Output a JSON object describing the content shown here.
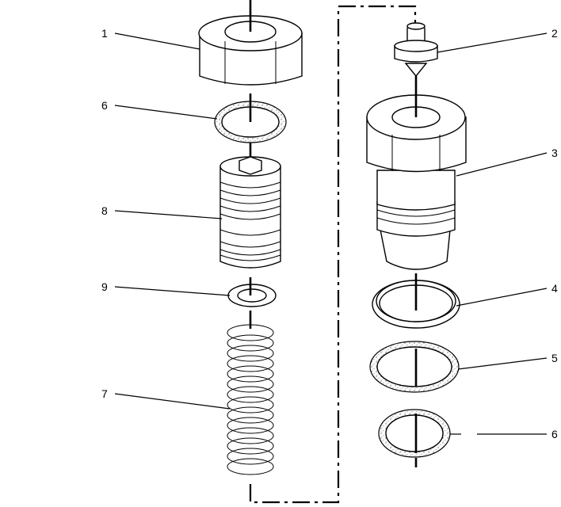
{
  "diagram": {
    "callouts": [
      {
        "id": "c1",
        "text": "1"
      },
      {
        "id": "c6a",
        "text": "6"
      },
      {
        "id": "c8",
        "text": "8"
      },
      {
        "id": "c9",
        "text": "9"
      },
      {
        "id": "c7",
        "text": "7"
      },
      {
        "id": "c2",
        "text": "2"
      },
      {
        "id": "c3",
        "text": "3"
      },
      {
        "id": "c4",
        "text": "4"
      },
      {
        "id": "c5",
        "text": "5"
      },
      {
        "id": "c6b",
        "text": "6"
      }
    ]
  }
}
